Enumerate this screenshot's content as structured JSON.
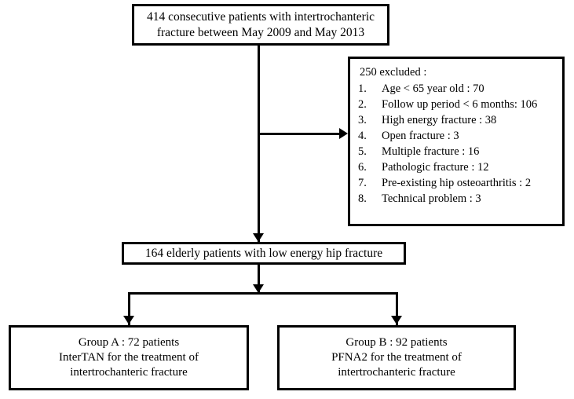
{
  "figure": {
    "type": "patient-flow-diagram",
    "colors": {
      "stroke": "#000000",
      "background": "#ffffff",
      "text": "#000000"
    }
  },
  "nodes": {
    "enrolled": {
      "id": "enrolled",
      "lines": [
        "414 consecutive patients with intertrochanteric",
        "fracture between May 2009 and May 2013"
      ]
    },
    "excluded": {
      "id": "excluded",
      "heading": "250 excluded :",
      "items": [
        {
          "num": "1.",
          "text": "Age < 65 year old : 70"
        },
        {
          "num": "2.",
          "text": "Follow up period < 6 months: 106"
        },
        {
          "num": "3.",
          "text": "High energy fracture : 38"
        },
        {
          "num": "4.",
          "text": "Open fracture : 3"
        },
        {
          "num": "5.",
          "text": "Multiple fracture : 16"
        },
        {
          "num": "6.",
          "text": "Pathologic fracture : 12"
        },
        {
          "num": "7.",
          "text": "Pre-existing hip osteoarthritis : 2"
        },
        {
          "num": "8.",
          "text": "Technical problem : 3"
        }
      ]
    },
    "eligible": {
      "id": "eligible",
      "lines": [
        "164 elderly patients with low energy hip fracture"
      ]
    },
    "group_a": {
      "id": "group-a",
      "lines": [
        "Group A : 72 patients",
        "InterTAN for the treatment of",
        "intertrochanteric fracture"
      ]
    },
    "group_b": {
      "id": "group-b",
      "lines": [
        "Group B : 92 patients",
        "PFNA2 for the treatment of",
        "intertrochanteric fracture"
      ]
    }
  }
}
